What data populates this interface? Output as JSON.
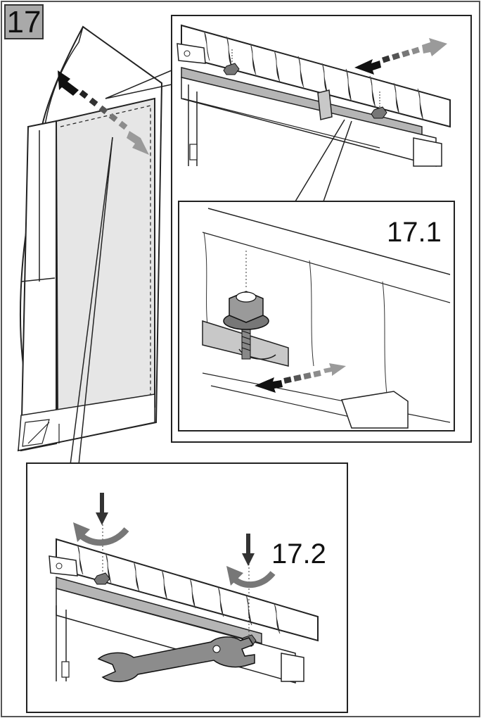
{
  "step": {
    "number": "17"
  },
  "details": [
    {
      "id": "detail-1",
      "label": "17.1"
    },
    {
      "id": "detail-2",
      "label": "17.2"
    }
  ],
  "colors": {
    "ink": "#111111",
    "panel_fill": "#e6e6e6",
    "badge_fill": "#a9a9a9",
    "metal": "#b5b5b5",
    "arrow_dark": "#222222",
    "arrow_light": "#9a9a9a"
  },
  "icons": [
    "double-arrow-icon",
    "rotate-arrow-icon",
    "down-arrow-icon",
    "wrench-icon",
    "nut-bolt-icon"
  ]
}
